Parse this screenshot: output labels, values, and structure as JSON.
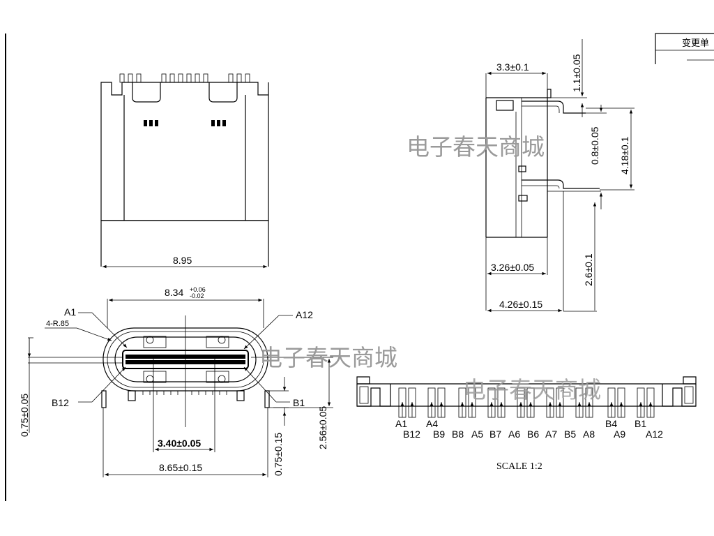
{
  "title_block": {
    "change_label": "变更单"
  },
  "watermark": "电子春天商城",
  "scale_label": "SCALE 1:2",
  "top_view": {
    "width_dim": "8.95"
  },
  "side_view": {
    "dims": {
      "top_width": "3.3±0.1",
      "tab_height": "1.1±0.05",
      "pin_pitch_v": "0.8±0.05",
      "body_height": "4.18±0.1",
      "pin_drop": "2.6±0.1",
      "inner_depth": "3.26±0.05",
      "overall_depth": "4.26±0.15"
    }
  },
  "front_view": {
    "dims": {
      "inner_width_main": "8.34",
      "inner_width_tol_upper": "+0.06",
      "inner_width_tol_lower": "-0.02",
      "radius": "4-R.85",
      "left_pin_height": "0.75±0.05",
      "center_width": "3.40±0.05",
      "overall_width": "8.65±0.15",
      "right_pin_height": "0.75±0.15",
      "tongue_height": "2.56±0.05"
    },
    "labels": {
      "a1": "A1",
      "a12": "A12",
      "b12": "B12",
      "b1": "B1"
    }
  },
  "pin_view": {
    "upper_row": [
      "A1",
      "A4",
      "A5",
      "A6",
      "A7",
      "A8",
      "A9",
      "A12"
    ],
    "lower_row": [
      "B12",
      "B9",
      "B8",
      "B7",
      "B6",
      "B5",
      "B4",
      "B1"
    ]
  }
}
